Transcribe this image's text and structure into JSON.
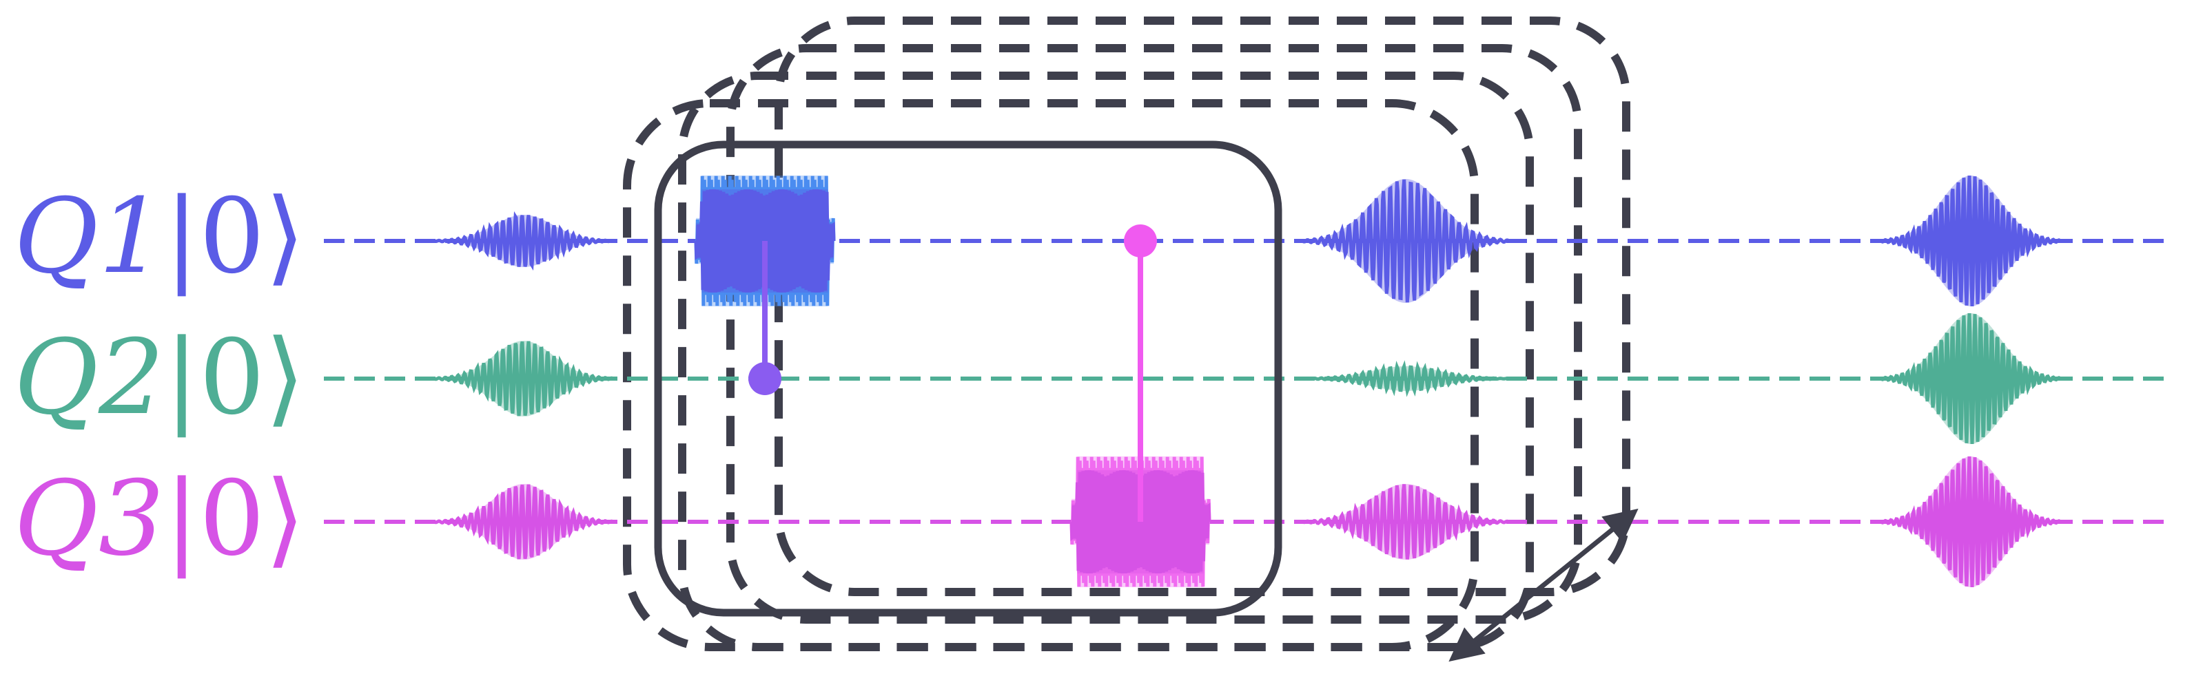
{
  "qubits": [
    {
      "id": "q1",
      "name": "Q1",
      "ket": "|0⟩",
      "color": "#5b5ce6",
      "accent": "#4a8cf0"
    },
    {
      "id": "q2",
      "name": "Q2",
      "ket": "|0⟩",
      "color": "#4fae95",
      "accent": "#76d8c4"
    },
    {
      "id": "q3",
      "name": "Q3",
      "ket": "|0⟩",
      "color": "#d653e6",
      "accent": "#f06cf0"
    }
  ],
  "gates": [
    {
      "type": "controlled",
      "control": "q2",
      "target": "q1",
      "color": "#8a5cf0"
    },
    {
      "type": "controlled",
      "control": "q1",
      "target": "q3",
      "color": "#f05af0"
    }
  ],
  "layer": {
    "frame_color": "#3e3f4c",
    "repetitions_shown": 4
  }
}
